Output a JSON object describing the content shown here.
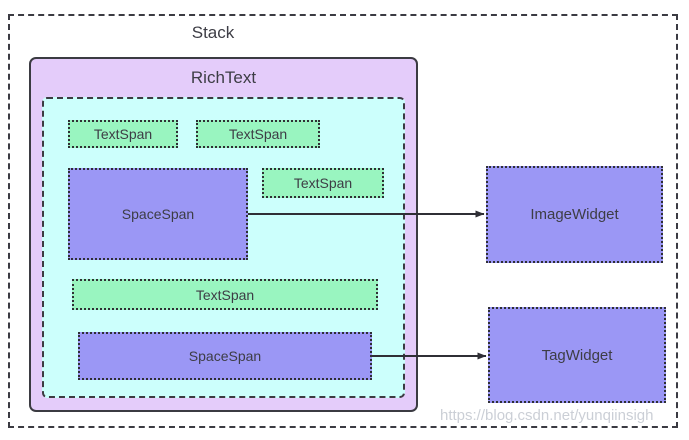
{
  "diagram": {
    "title": "Stack",
    "colors": {
      "outer_border": "#3b3b42",
      "richtext_fill": "#e4ccfa",
      "spans_fill": "#ccfffc",
      "textspan_fill": "#99f5c0",
      "spacespan_fill": "#9b97f5",
      "widget_fill": "#9b97f5",
      "text": "#3d3d45",
      "arrow": "#2f2f35",
      "watermark": "#c9cdd4"
    },
    "stack": {
      "label": "Stack"
    },
    "richtext": {
      "label": "RichText"
    },
    "spans": [
      {
        "id": "textspan-1",
        "label": "TextSpan",
        "type": "text"
      },
      {
        "id": "textspan-2",
        "label": "TextSpan",
        "type": "text"
      },
      {
        "id": "spacespan-1",
        "label": "SpaceSpan",
        "type": "space"
      },
      {
        "id": "textspan-3",
        "label": "TextSpan",
        "type": "text"
      },
      {
        "id": "textspan-4",
        "label": "TextSpan",
        "type": "text"
      },
      {
        "id": "spacespan-2",
        "label": "SpaceSpan",
        "type": "space"
      }
    ],
    "widgets": [
      {
        "id": "imagewidget",
        "label": "ImageWidget"
      },
      {
        "id": "tagwidget",
        "label": "TagWidget"
      }
    ],
    "connectors": [
      {
        "from": "spacespan-1",
        "to": "imagewidget"
      },
      {
        "from": "spacespan-2",
        "to": "tagwidget"
      }
    ],
    "watermark": "https://blog.csdn.net/yunqiinsigh"
  }
}
